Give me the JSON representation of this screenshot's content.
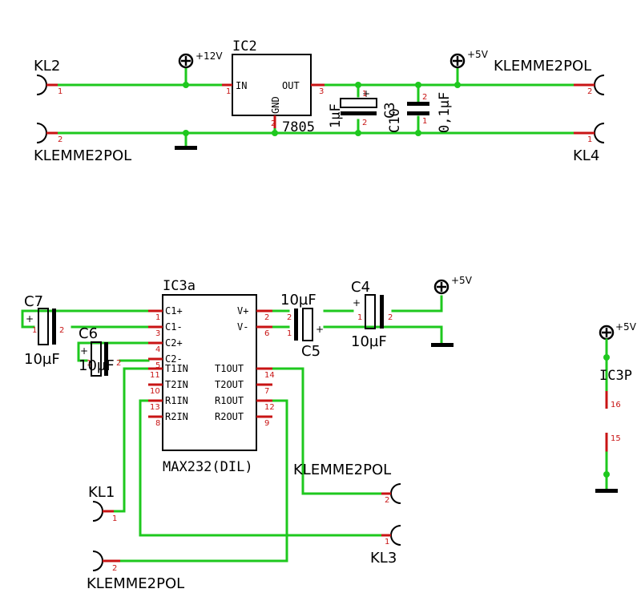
{
  "power_supply": {
    "ic_name": "IC2",
    "ic_value": "7805",
    "pin_in": "IN",
    "pin_out": "OUT",
    "pin_gnd": "GND",
    "supply_in": "+12V",
    "supply_out": "+5V",
    "kl2_name": "KL2",
    "kl2_value": "KLEMME2POL",
    "kl4_name": "KL4",
    "kl4_value": "KLEMME2POL",
    "c3_name": "C3",
    "c3_value": "1µF",
    "c10_name": "C10",
    "c10_value": "0,1µF"
  },
  "max232": {
    "ic_name": "IC3a",
    "ic_value": "MAX232(DIL)",
    "pins_left": [
      "C1+",
      "C1-",
      "C2+",
      "C2-",
      "T1IN",
      "T2IN",
      "R1IN",
      "R2IN"
    ],
    "pins_right": [
      "V+",
      "V-",
      "T1OUT",
      "T2OUT",
      "R1OUT",
      "R2OUT"
    ],
    "c7_name": "C7",
    "c7_value": "10µF",
    "c6_name": "C6",
    "c6_value": "10µF",
    "c5_name": "C5",
    "c5_value": "10µF",
    "c4_name": "C4",
    "c4_value": "10µF",
    "supply": "+5V",
    "kl1_name": "KL1",
    "kl1_value": "KLEMME2POL",
    "kl3_name": "KL3",
    "kl3_value": "KLEMME2POL"
  },
  "power_pins": {
    "ic_name": "IC3P",
    "supply": "+5V",
    "pin_vcc": "16",
    "pin_gnd": "15"
  }
}
